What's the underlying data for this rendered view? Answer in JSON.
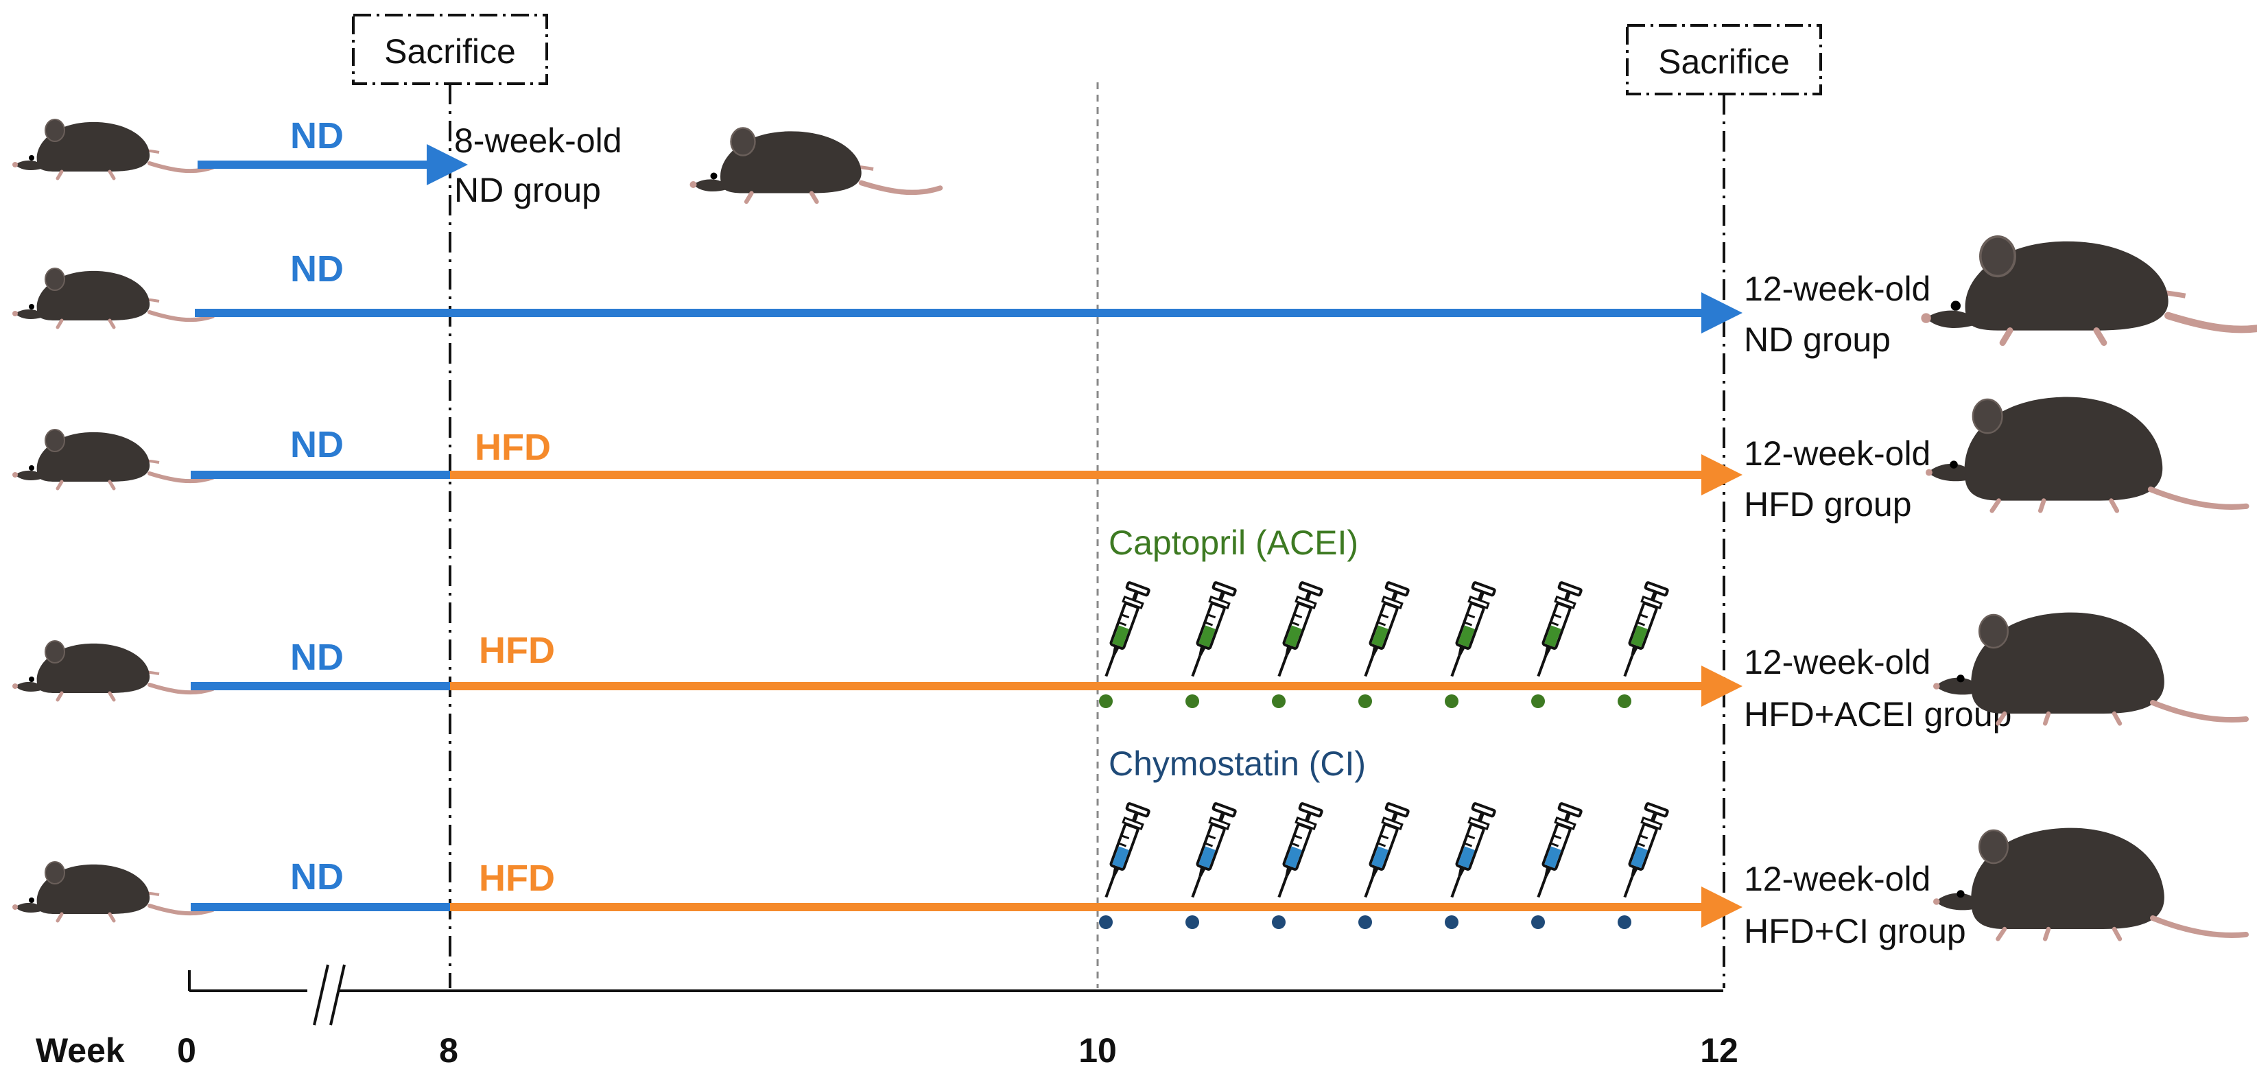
{
  "colors": {
    "nd": "#2a7bd2",
    "hfd": "#f58a2b",
    "acei": "#3d7a22",
    "ci": "#1f4a78",
    "syringe_green": "#3f8f2a",
    "syringe_blue": "#2f88c9",
    "mouse": "#3a3532",
    "tail": "#c79a93",
    "text": "#111111"
  },
  "sacrifice_label": "Sacrifice",
  "rows": [
    {
      "start_label": "ND",
      "arrow": "ND",
      "group_lines": [
        "8-week-old",
        "ND group"
      ]
    },
    {
      "start_label": "ND",
      "arrow": "ND",
      "group_lines": [
        "12-week-old",
        "ND group"
      ]
    },
    {
      "start_label": "ND",
      "second_label": "HFD",
      "group_lines": [
        "12-week-old",
        "HFD group"
      ]
    },
    {
      "start_label": "ND",
      "second_label": "HFD",
      "treatment": "Captopril (ACEI)",
      "group_lines": [
        "12-week-old",
        "HFD+ACEI group"
      ]
    },
    {
      "start_label": "ND",
      "second_label": "HFD",
      "treatment": "Chymostatin (CI)",
      "group_lines": [
        "12-week-old",
        "HFD+CI group"
      ]
    }
  ],
  "injection_count": 7,
  "timeline": {
    "axis_label": "Week",
    "ticks": [
      "0",
      "8",
      "10",
      "12"
    ]
  },
  "icons": [
    "mouse-icon",
    "syringe-icon",
    "injection-dot-icon"
  ]
}
